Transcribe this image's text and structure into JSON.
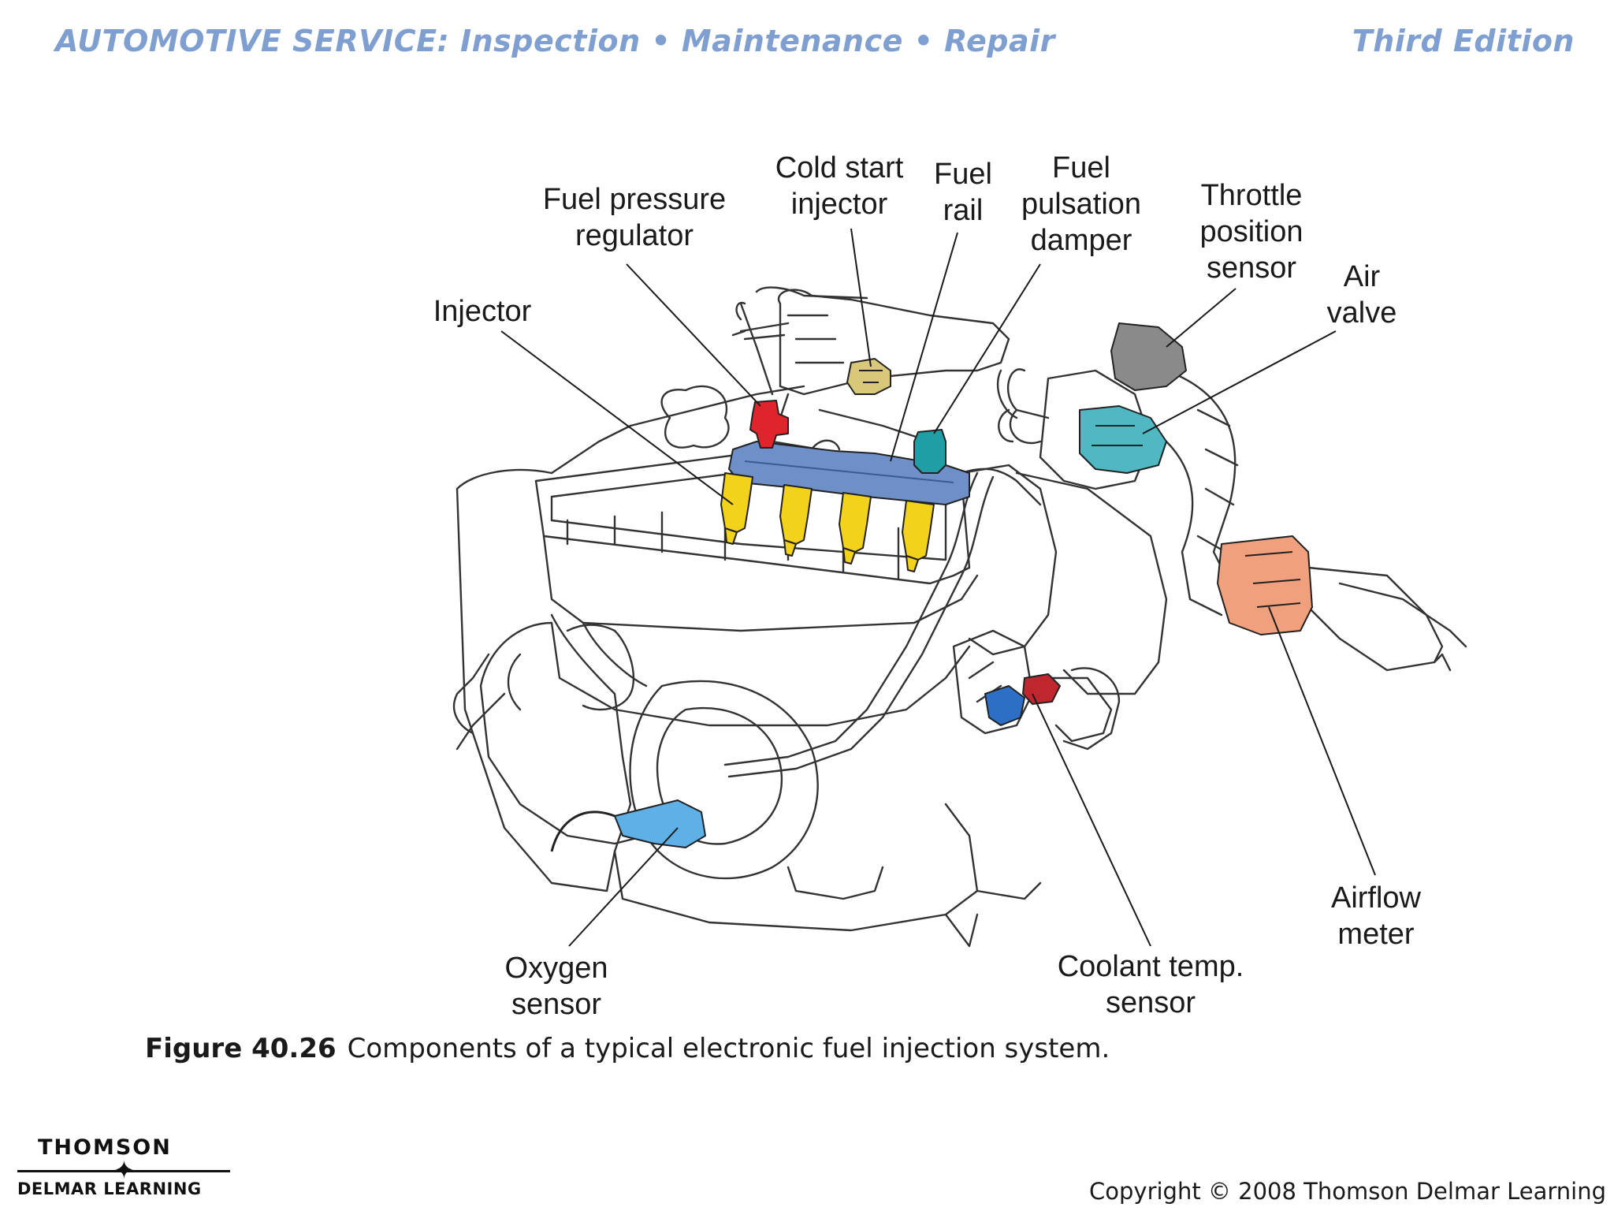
{
  "header": {
    "book_title": "AUTOMOTIVE SERVICE: Inspection • Maintenance • Repair",
    "edition": "Third Edition"
  },
  "labels": {
    "fuel_pressure_regulator": "Fuel pressure\nregulator",
    "cold_start_injector": "Cold start\ninjector",
    "fuel_rail": "Fuel\nrail",
    "fuel_pulsation_damper": "Fuel\npulsation\ndamper",
    "throttle_position_sensor": "Throttle\nposition\nsensor",
    "air_valve": "Air\nvalve",
    "injector": "Injector",
    "oxygen_sensor": "Oxygen\nsensor",
    "coolant_temp_sensor": "Coolant temp.\nsensor",
    "airflow_meter": "Airflow\nmeter"
  },
  "caption": {
    "number": "Figure 40.26",
    "text": "Components of a typical electronic fuel injection system."
  },
  "footer": {
    "logo_top": "THOMSON",
    "logo_bottom": "DELMAR LEARNING",
    "copyright": "Copyright © 2008 Thomson Delmar Learning"
  },
  "colors": {
    "header_text": "#7f9fd0",
    "fuel_rail": "#6f8fc8",
    "injectors": "#f2d21a",
    "regulator": "#e0242b",
    "damper": "#1f9ea6",
    "throttle_sensor": "#8a8a8a",
    "air_valve": "#4fb8c2",
    "airflow_meter": "#f0a07c",
    "oxygen_sensor": "#5fb0e6",
    "coolant_sensor_blue": "#2c6fc4",
    "coolant_sensor_red": "#c0262d",
    "cold_start_injector": "#d9c77a"
  }
}
